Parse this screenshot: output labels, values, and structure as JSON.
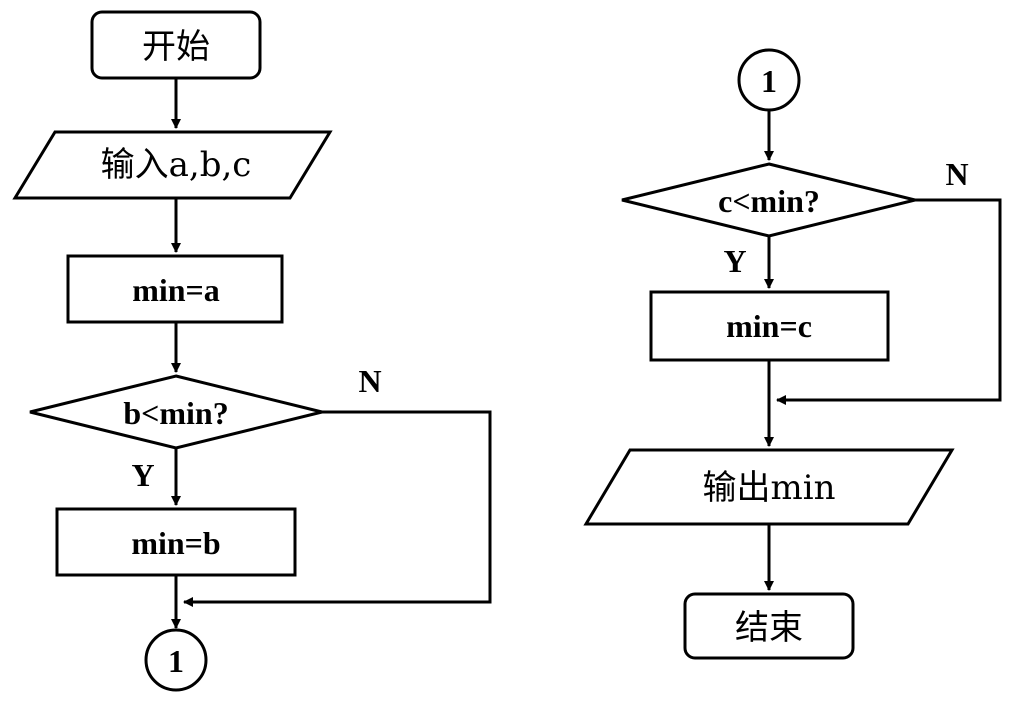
{
  "left_chart": {
    "start": "开始",
    "input": "输入a,b,c",
    "assign_a": "min=a",
    "decision": "b<min?",
    "yes": "Y",
    "no": "N",
    "assign_b": "min=b",
    "connector": "1"
  },
  "right_chart": {
    "connector": "1",
    "decision": "c<min?",
    "yes": "Y",
    "no": "N",
    "assign_c": "min=c",
    "output": "输出min",
    "end": "结束"
  }
}
